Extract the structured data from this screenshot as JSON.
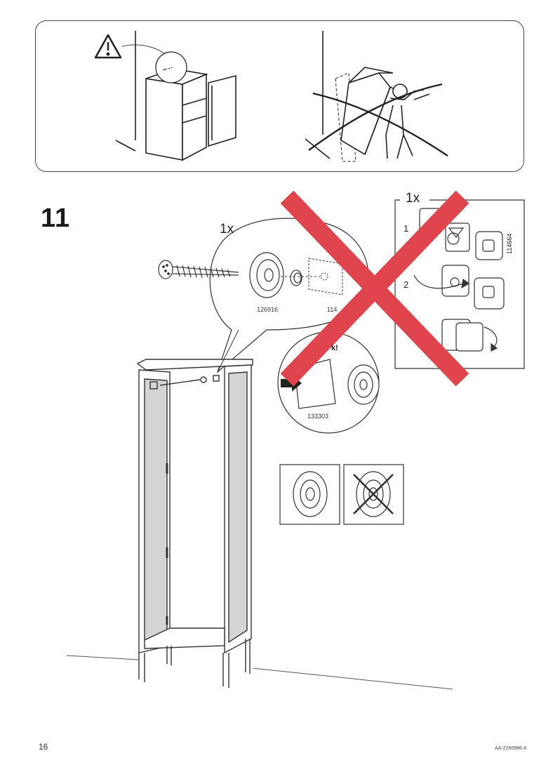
{
  "step": {
    "number": "11"
  },
  "callout_main": {
    "quantity": "1x",
    "part_washer": "126916",
    "part_plug_partial": "114"
  },
  "detail_box": {
    "quantity": "1x",
    "step1": "1",
    "step2": "2",
    "part_number": "114664"
  },
  "zoom_circle": {
    "part_number": "133303",
    "note_partial": "k!"
  },
  "footer": {
    "page_number": "16",
    "doc_code": "AA-2260986-4"
  },
  "colors": {
    "cross_red": "#e0444c",
    "line": "#333333"
  }
}
